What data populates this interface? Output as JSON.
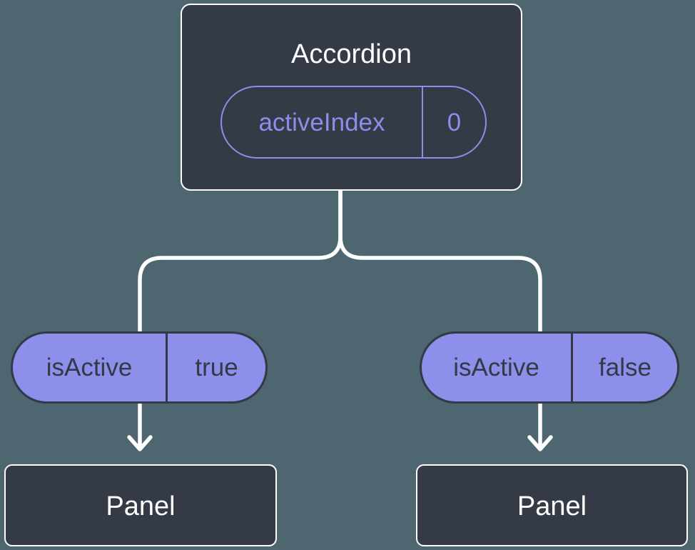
{
  "colors": {
    "bg": "#4D6670",
    "node": "#343A46",
    "accent": "#8B8EEA",
    "pill": "#8C90EA",
    "ink": "#333946",
    "line": "#FFFFFF"
  },
  "root": {
    "title": "Accordion",
    "state": {
      "name": "activeIndex",
      "value": "0"
    }
  },
  "branches": [
    {
      "prop": {
        "name": "isActive",
        "value": "true"
      },
      "child": {
        "title": "Panel"
      }
    },
    {
      "prop": {
        "name": "isActive",
        "value": "false"
      },
      "child": {
        "title": "Panel"
      }
    }
  ]
}
